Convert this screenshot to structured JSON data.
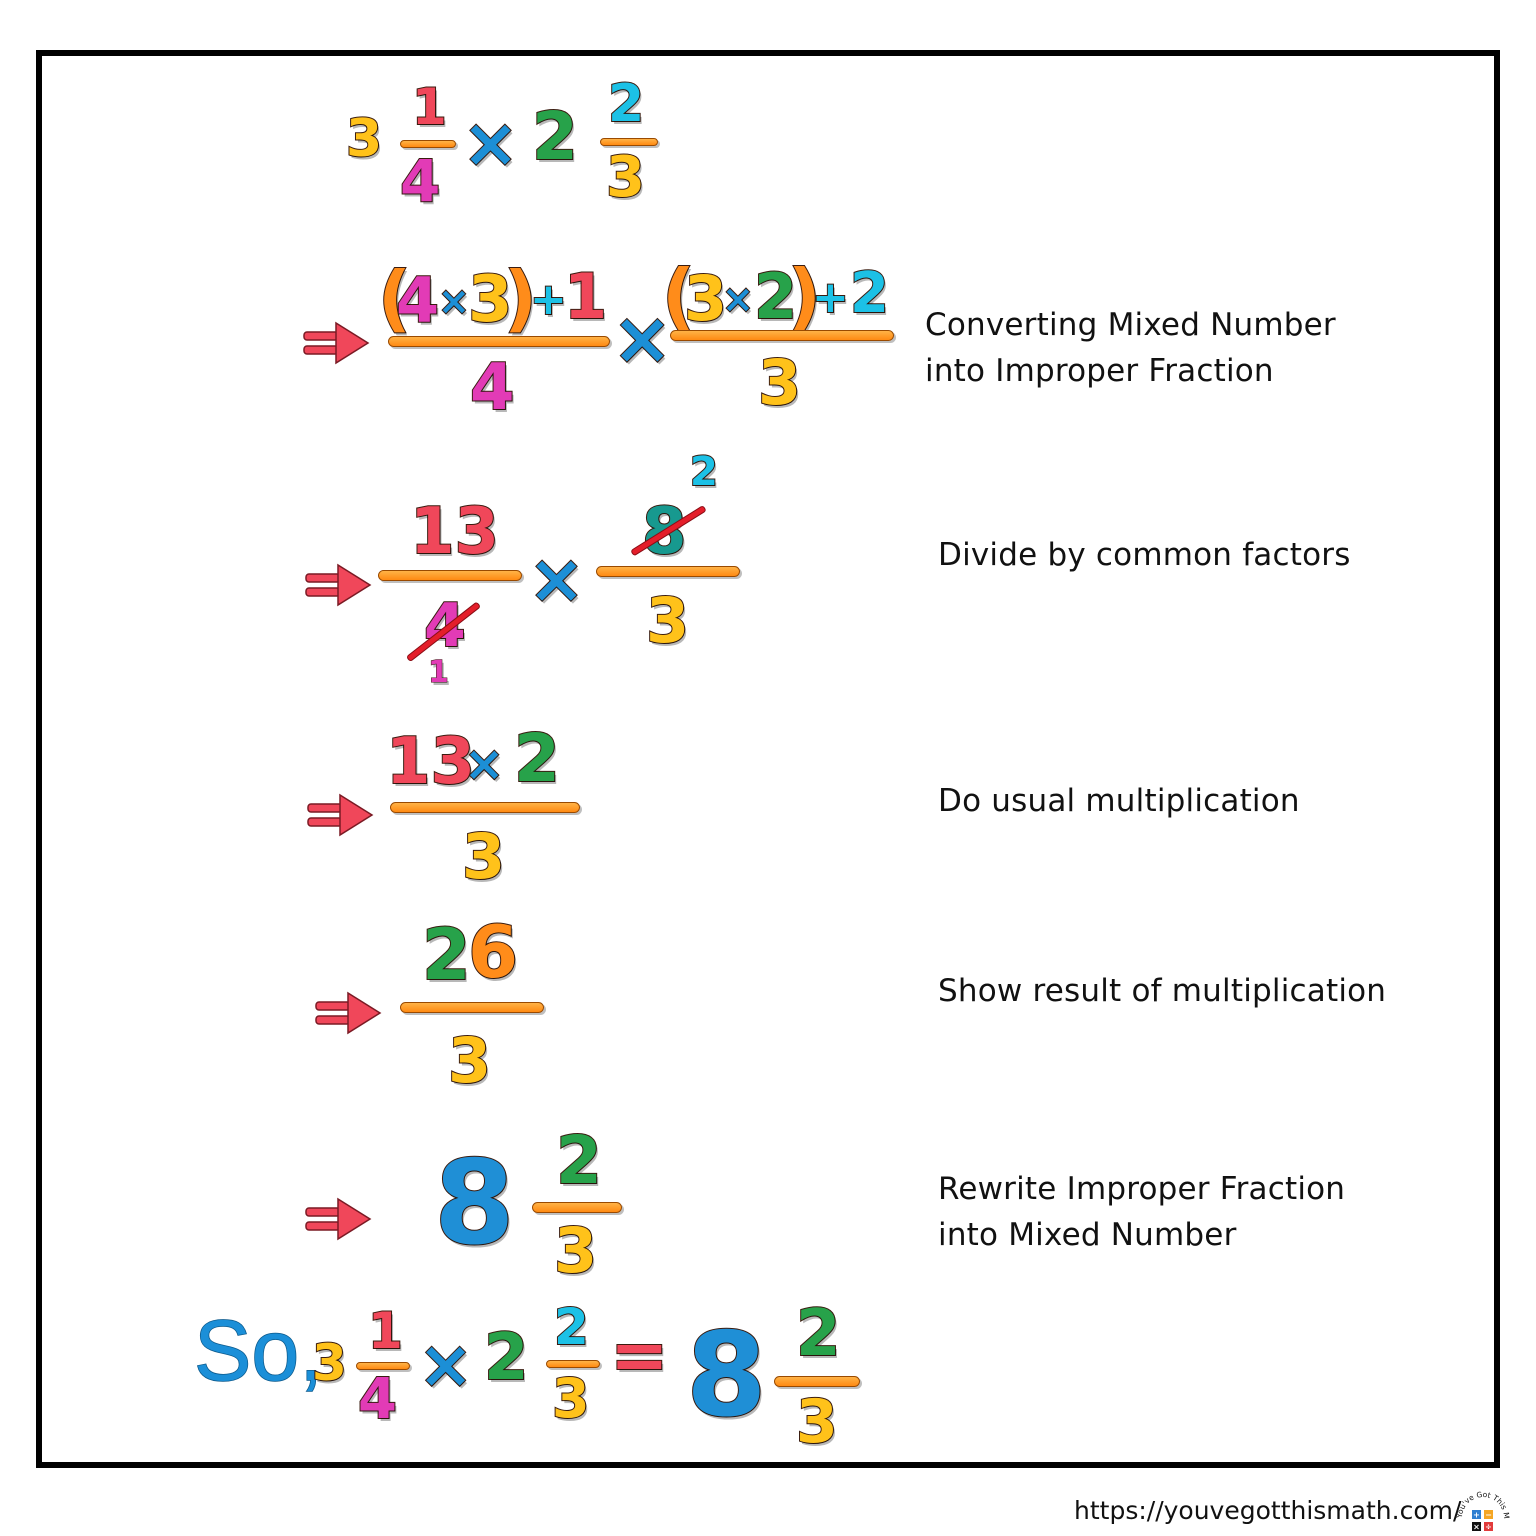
{
  "problem": {
    "whole_a": "3",
    "num_a": "1",
    "den_a": "4",
    "times": "×",
    "whole_b": "2",
    "num_b": "2",
    "den_b": "3"
  },
  "step1": {
    "paren_open_a": "(",
    "four": "4",
    "x1": "×",
    "three": "3",
    "paren_close_a": ")",
    "plus_a": "+",
    "one": "1",
    "den_a": "4",
    "times": "×",
    "paren_open_b": "(",
    "three_b": "3",
    "x2": "×",
    "two_b": "2",
    "paren_close_b": ")",
    "plus_b": "+",
    "two_c": "2",
    "den_b": "3",
    "description_line1": "Converting Mixed Number",
    "description_line2": "into Improper Fraction"
  },
  "step2": {
    "num_a": "13",
    "den_a": "4",
    "reduced_den": "1",
    "times": "×",
    "num_b": "8",
    "reduced_num": "2",
    "den_b": "3",
    "description": "Divide by common factors"
  },
  "step3": {
    "n1": "13",
    "times": "×",
    "n2": "2",
    "den": "3",
    "description": "Do usual multiplication"
  },
  "step4": {
    "n_a": "2",
    "n_b": "6",
    "den": "3",
    "description": "Show result of multiplication"
  },
  "step5": {
    "whole": "8",
    "num": "2",
    "den": "3",
    "description_line1": "Rewrite Improper Fraction",
    "description_line2": "into Mixed Number"
  },
  "conclusion": {
    "so": "So,",
    "whole_a": "3",
    "num_a": "1",
    "den_a": "4",
    "times": "×",
    "whole_b": "2",
    "num_b": "2",
    "den_b": "3",
    "equals": "=",
    "result_whole": "8",
    "result_num": "2",
    "result_den": "3"
  },
  "footer": {
    "url": "https://youvegotthismath.com/",
    "logo_text": "You've Got This Math"
  },
  "colors": {
    "yellow": "#ffc21a",
    "pink": "#e23bb6",
    "blue": "#1c8fd6",
    "green": "#27a24a",
    "cyan": "#1cc1e6",
    "orange": "#ff8c1a",
    "arrow": "#f0475a",
    "strike": "#e41e2a"
  }
}
